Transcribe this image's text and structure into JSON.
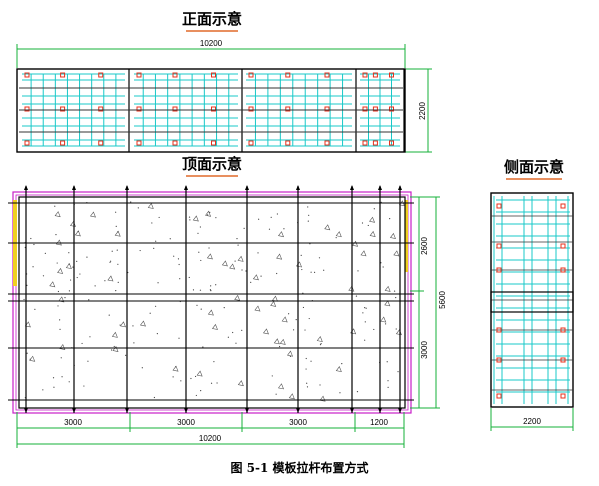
{
  "front_view": {
    "title": "正面示意",
    "width_dim": "10200",
    "height_dim": "2200"
  },
  "top_view": {
    "title": "顶面示意",
    "total_dim": "10200",
    "segments": [
      "3000",
      "3000",
      "3000",
      "1200"
    ],
    "right_dims": [
      "2600",
      "3000"
    ],
    "total_height_dim": "5600"
  },
  "side_view": {
    "title": "侧面示意",
    "width_dim": "2200"
  },
  "caption": "图 5-1 模板拉杆布置方式",
  "colors": {
    "dimension": "#16b23a",
    "panel": "#18c8c8",
    "frame": "#000000",
    "accent": "#e8301c",
    "tie_band": "#c81ec8",
    "yellow": "#f0d020"
  }
}
